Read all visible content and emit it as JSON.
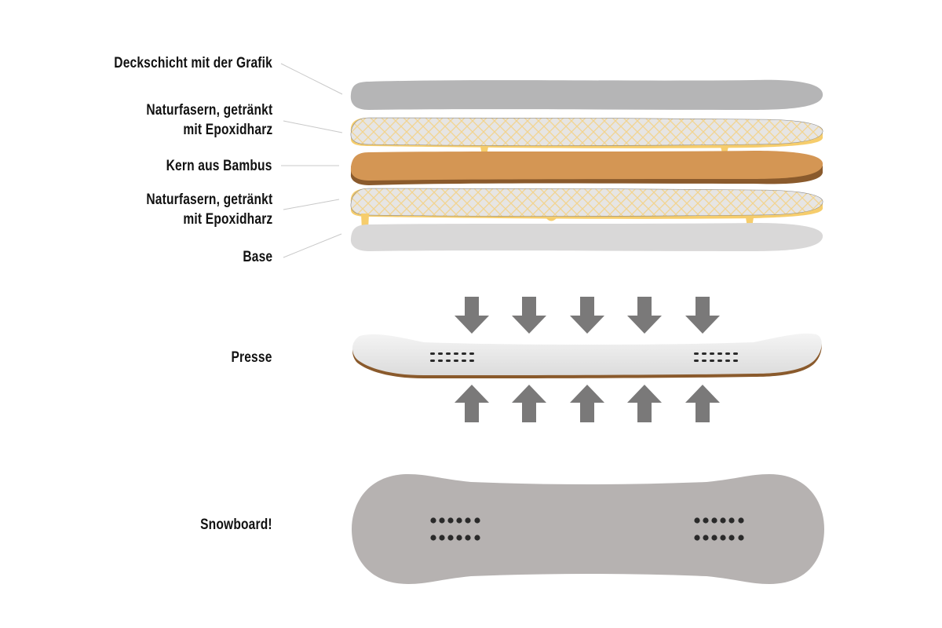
{
  "labels": {
    "top_sheet": "Deckschicht mit der Grafik",
    "fibers_top_line1": "Naturfasern, getränkt",
    "fibers_top_line2": "mit Epoxidharz",
    "core": "Kern aus Bambus",
    "fibers_bottom_line1": "Naturfasern, getränkt",
    "fibers_bottom_line2": "mit Epoxidharz",
    "base": "Base",
    "press": "Presse",
    "snowboard": "Snowboard!"
  },
  "colors": {
    "top_sheet": "#b5b5b6",
    "fiber_bg": "#e6e5e4",
    "fiber_pattern": "#f3d48f",
    "epoxy": "#f6cd6c",
    "core": "#d49654",
    "core_edge": "#8a5a2c",
    "base": "#d9d8d8",
    "press_board": "#ececec",
    "arrow": "#7a7979",
    "snowboard": "#b6b2b1",
    "insert_dots": "#2a2a2a",
    "leader_line": "#c8c8c8"
  },
  "arrows": {
    "count_down": 5,
    "count_up": 5
  },
  "insert_pattern": {
    "rows": 2,
    "dots_per_row": 6
  }
}
